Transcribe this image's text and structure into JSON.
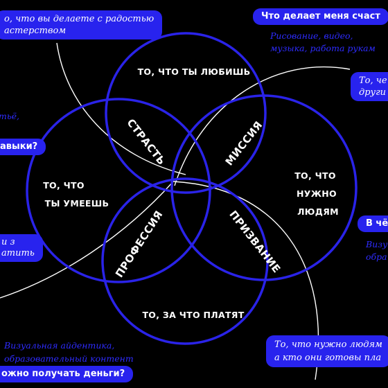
{
  "colors": {
    "background": "#000000",
    "circle_stroke": "#2a23e8",
    "highlight": "#2823ee",
    "note_text": "#2e2cff",
    "curve": "#ffffff"
  },
  "circles": [
    {
      "id": "top",
      "label_lines": [
        "ТО, ЧТО ТЫ ЛЮБИШЬ"
      ]
    },
    {
      "id": "left",
      "label_lines": [
        "ТО, ЧТО",
        "ТЫ УМЕЕШЬ"
      ]
    },
    {
      "id": "right",
      "label_lines": [
        "ТО, ЧТО",
        "НУЖНО",
        "ЛЮДЯМ"
      ]
    },
    {
      "id": "bottom",
      "label_lines": [
        "ТО, ЗА ЧТО ПЛАТЯТ"
      ]
    }
  ],
  "intersections": [
    {
      "id": "passion",
      "label": "СТРАСТЬ"
    },
    {
      "id": "mission",
      "label": "МИССИЯ"
    },
    {
      "id": "profession",
      "label": "ПРОФЕССИЯ"
    },
    {
      "id": "vocation",
      "label": "ПРИЗВАНИЕ"
    }
  ],
  "annotations": {
    "top_left_q_line1": "о, что вы делаете с радостью",
    "top_left_q_line2": "астерством",
    "top_right_title": "Что делает меня счаст",
    "top_right_note_line1": "Рисование, видео,",
    "top_right_note_line2": "музыка, работа рукам",
    "right_q_line1": "То, че",
    "right_q_line2": "други",
    "left_fragment_1": "тьё,",
    "left_q_fragment": "авыки?",
    "left_mid_line1": "и з",
    "left_mid_line2": "атить",
    "right_mid_q": "В чё",
    "right_mid_note_line1": "Визу",
    "right_mid_note_line2": "обра",
    "bottom_left_note_line1": "Визуальная айдентика,",
    "bottom_left_note_line2": "образовательный контент",
    "bottom_left_q": "ожно получать деньги?",
    "bottom_right_q_line1": "То, что нужно людям",
    "bottom_right_q_line2": "а кто они готовы пла"
  }
}
